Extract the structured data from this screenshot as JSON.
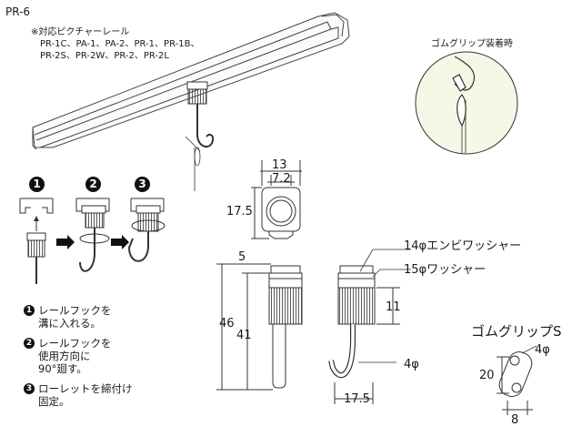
{
  "model": "PR-6",
  "compatible": {
    "heading": "※対応ピクチャーレール",
    "line1": "PR-1C、PA-1、PA-2、PR-1、PR-1B、",
    "line2": "PR-2S、PR-2W、PR-2、PR-2L"
  },
  "inset_label": "ゴムグリップ装着時",
  "step_numbers": [
    "1",
    "2",
    "3"
  ],
  "instructions": [
    {
      "num": "1",
      "line1": "レールフックを",
      "line2": "溝に入れる。",
      "line3": ""
    },
    {
      "num": "2",
      "line1": "レールフックを",
      "line2": "使用方向に",
      "line3": "90°廻す。"
    },
    {
      "num": "3",
      "line1": "ローレットを締付け",
      "line2": "固定。",
      "line3": ""
    }
  ],
  "dimensions": {
    "top_width_outer": "13",
    "top_width_inner": "7.2",
    "top_height": "17.5",
    "side_top": "5",
    "total_height": "46",
    "body_height": "41",
    "knurl_height": "11",
    "hook_width": "17.5",
    "wire_dia": "4φ",
    "washer_1": "14φエンビワッシャー",
    "washer_2": "15φワッシャー"
  },
  "grip": {
    "title": "ゴムグリップS",
    "hole": "4φ",
    "height": "20",
    "width": "8"
  }
}
